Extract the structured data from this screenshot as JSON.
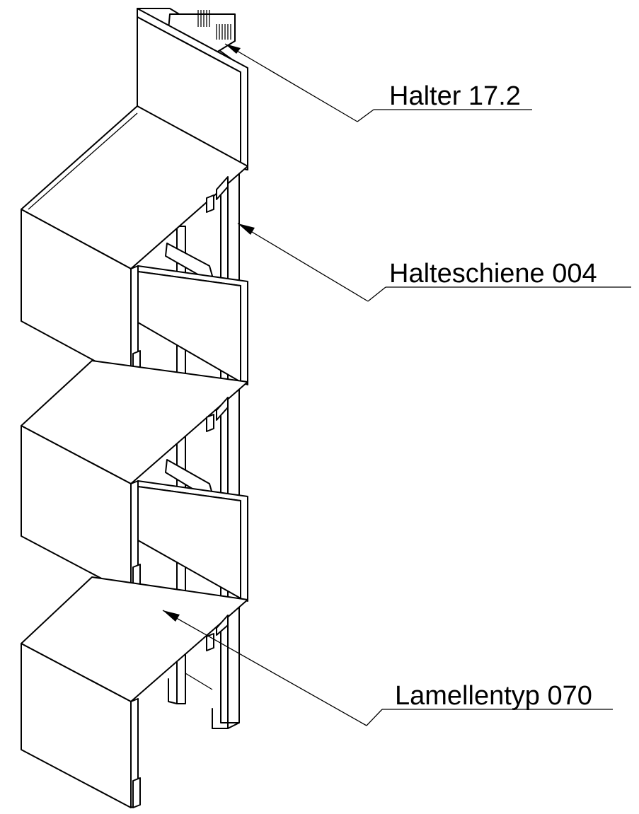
{
  "drawing": {
    "labels": {
      "halter": "Halter 17.2",
      "halteschiene": "Halteschiene 004",
      "lamellentyp": "Lamellentyp 070"
    },
    "colors": {
      "line": "#000000",
      "background": "#ffffff"
    }
  }
}
